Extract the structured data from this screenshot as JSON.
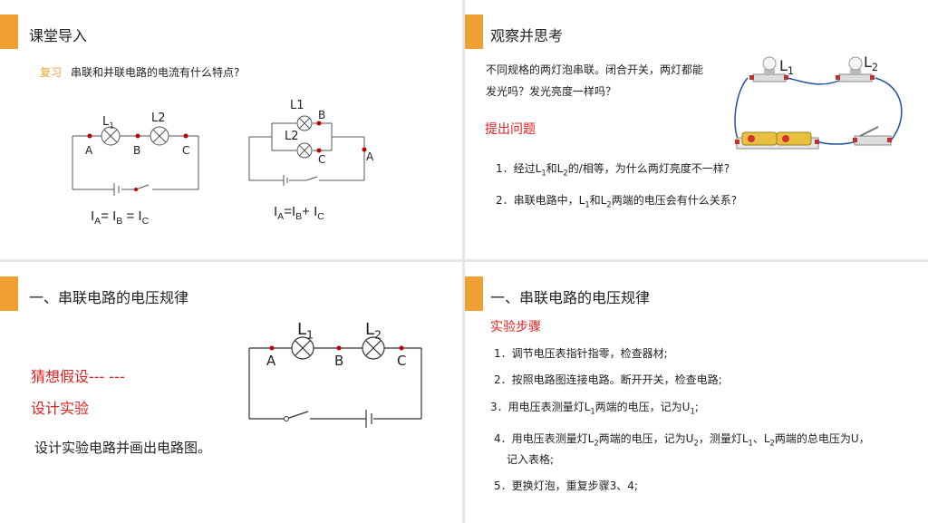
{
  "slide1": {
    "title": "课堂导入",
    "review_label": "复习",
    "question": "串联和并联电路的电流有什么特点?",
    "series": {
      "l1": "L",
      "l1_sub": "1",
      "l2": "L2",
      "a": "A",
      "b": "B",
      "c": "C"
    },
    "parallel": {
      "l1": "L1",
      "l2": "L2",
      "a": "A",
      "b": "B",
      "c": "C"
    },
    "formula_series": {
      "ia": "I",
      "ia_sub": "A",
      "eq1": "= I",
      "ib_sub": "B",
      "eq2": " = I",
      "ic_sub": "C"
    },
    "formula_parallel": {
      "ia": "I",
      "ia_sub": "A",
      "eq1": "=I",
      "ib_sub": "B",
      "eq2": "+ I",
      "ic_sub": "C"
    }
  },
  "slide2": {
    "title": "观察并思考",
    "line1": "不同规格的两灯泡串联。闭合开关，两灯都能",
    "line2": "发光吗？发光亮度一样吗？",
    "question_heading": "提出问题",
    "q1_a": "1．经过L",
    "q1_sub1": "1",
    "q1_b": "和L",
    "q1_sub2": "2",
    "q1_c": "的/相等，为什么两灯亮度不一样?",
    "q2_a": "2．串联电路中，L",
    "q2_sub1": "1",
    "q2_b": "和L",
    "q2_sub2": "2",
    "q2_c": "两端的电压会有什么关系?",
    "bulb1": "L",
    "bulb1_sub": "1",
    "bulb2": "L",
    "bulb2_sub": "2"
  },
  "slide3": {
    "title": "一、串联电路的电压规律",
    "guess": "猜想假设--- ---",
    "design": "设计实验",
    "instruction": "设计实验电路并画出电路图。",
    "circuit": {
      "l1": "L",
      "l1_sub": "1",
      "l2": "L",
      "l2_sub": "2",
      "a": "A",
      "b": "B",
      "c": "C"
    }
  },
  "slide4": {
    "title": "一、串联电路的电压规律",
    "steps_heading": "实验步骤",
    "step1": "1．调节电压表指针指零，检查器材;",
    "step2": "2．按照电路图连接电路。断开开关，检查电路;",
    "step3_a": "3．用电压表测量灯L",
    "step3_sub": "1",
    "step3_b": "两端的电压，记为U",
    "step3_sub2": "1",
    "step3_c": ";",
    "step4_a": "4．用电压表测量灯L",
    "step4_sub": "2",
    "step4_b": "两端的电压，记为U",
    "step4_sub2": "2",
    "step4_c": "，测量灯L",
    "step4_sub3": "1",
    "step4_d": "、L",
    "step4_sub4": "2",
    "step4_e": "两端的总电压为U，",
    "step4_line2": "记入表格;",
    "step5": "5．更换灯泡，重复步骤3、4;"
  },
  "colors": {
    "accent": "#f0a030",
    "heading_red": "#e02020",
    "node_red": "#c00000"
  }
}
